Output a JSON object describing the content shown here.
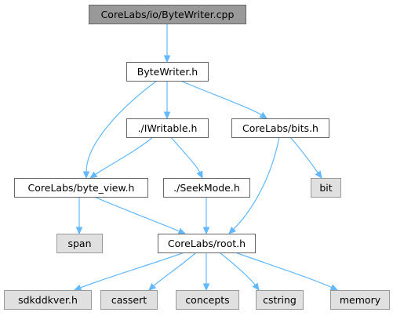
{
  "diagram": {
    "colors": {
      "root_fill": "#999999",
      "node_fill": "#ffffff",
      "node_border": "#666666",
      "system_fill": "#e0e0e0",
      "system_border": "#999999",
      "edge": "#63b8ff"
    },
    "nodes": [
      {
        "id": "bytewriter_cpp",
        "label": "CoreLabs/io/ByteWriter.cpp",
        "kind": "root"
      },
      {
        "id": "bytewriter_h",
        "label": "ByteWriter.h",
        "kind": "local"
      },
      {
        "id": "iwritable_h",
        "label": "./IWritable.h",
        "kind": "local"
      },
      {
        "id": "bits_h",
        "label": "CoreLabs/bits.h",
        "kind": "local"
      },
      {
        "id": "byte_view_h",
        "label": "CoreLabs/byte_view.h",
        "kind": "local"
      },
      {
        "id": "seekmode_h",
        "label": "./SeekMode.h",
        "kind": "local"
      },
      {
        "id": "bit",
        "label": "bit",
        "kind": "system"
      },
      {
        "id": "span",
        "label": "span",
        "kind": "system"
      },
      {
        "id": "root_h",
        "label": "CoreLabs/root.h",
        "kind": "local"
      },
      {
        "id": "sdkddkver_h",
        "label": "sdkddkver.h",
        "kind": "system"
      },
      {
        "id": "cassert",
        "label": "cassert",
        "kind": "system"
      },
      {
        "id": "concepts",
        "label": "concepts",
        "kind": "system"
      },
      {
        "id": "cstring",
        "label": "cstring",
        "kind": "system"
      },
      {
        "id": "memory",
        "label": "memory",
        "kind": "system"
      }
    ],
    "edges": [
      {
        "from": "bytewriter_cpp",
        "to": "bytewriter_h"
      },
      {
        "from": "bytewriter_h",
        "to": "byte_view_h"
      },
      {
        "from": "bytewriter_h",
        "to": "iwritable_h"
      },
      {
        "from": "bytewriter_h",
        "to": "bits_h"
      },
      {
        "from": "iwritable_h",
        "to": "byte_view_h"
      },
      {
        "from": "iwritable_h",
        "to": "seekmode_h"
      },
      {
        "from": "bits_h",
        "to": "root_h"
      },
      {
        "from": "bits_h",
        "to": "bit"
      },
      {
        "from": "byte_view_h",
        "to": "span"
      },
      {
        "from": "byte_view_h",
        "to": "root_h"
      },
      {
        "from": "seekmode_h",
        "to": "root_h"
      },
      {
        "from": "root_h",
        "to": "sdkddkver_h"
      },
      {
        "from": "root_h",
        "to": "cassert"
      },
      {
        "from": "root_h",
        "to": "concepts"
      },
      {
        "from": "root_h",
        "to": "cstring"
      },
      {
        "from": "root_h",
        "to": "memory"
      }
    ]
  }
}
